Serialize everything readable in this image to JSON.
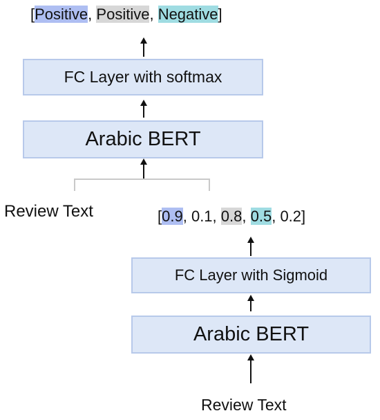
{
  "top_model": {
    "output": {
      "open": "[",
      "items": [
        {
          "label": "Positive",
          "highlight": "#aebef2"
        },
        {
          "label": "Positive",
          "highlight": "#d7d7d7"
        },
        {
          "label": "Negative",
          "highlight": "#9fdce2"
        }
      ],
      "sep": ", ",
      "close": "]"
    },
    "fc_label": "FC Layer with softmax",
    "bert_label": "Arabic BERT",
    "input_label": "Review Text"
  },
  "bottom_model": {
    "output": {
      "open": "[",
      "items": [
        {
          "label": "0.9",
          "highlight": "#aebef2"
        },
        {
          "label": "0.1",
          "highlight": null
        },
        {
          "label": "0.8",
          "highlight": "#d7d7d7"
        },
        {
          "label": "0.5",
          "highlight": "#9fdce2"
        },
        {
          "label": "0.2",
          "highlight": null
        }
      ],
      "sep": ", ",
      "close": "]"
    },
    "fc_label": "FC Layer with Sigmoid",
    "bert_label": "Arabic BERT",
    "input_label": "Review Text"
  },
  "colors": {
    "box_fill": "#dde7f7",
    "box_border": "#b7c9ea",
    "highlight_blue": "#aebef2",
    "highlight_gray": "#d7d7d7",
    "highlight_teal": "#9fdce2"
  }
}
